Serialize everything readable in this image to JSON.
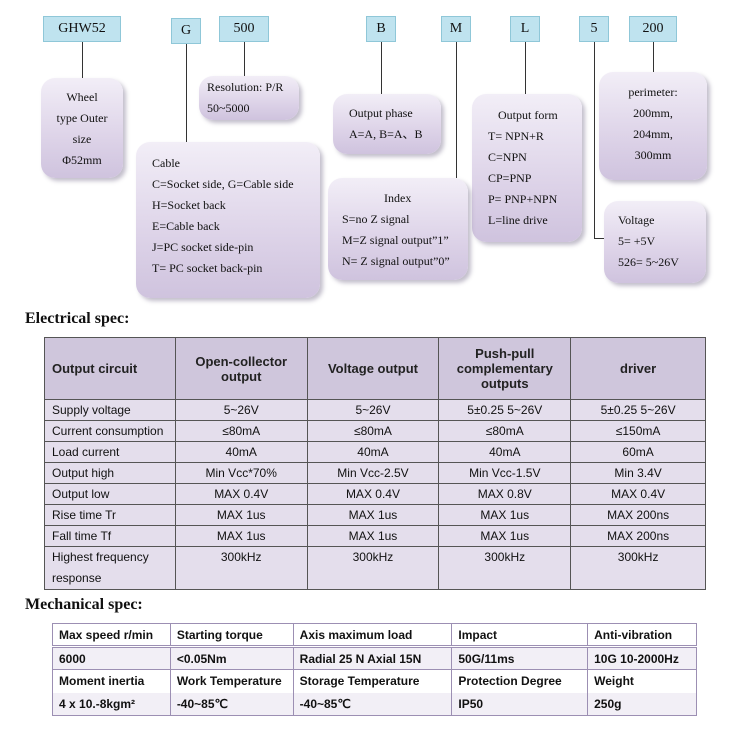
{
  "codes": {
    "model": "GHW52",
    "cable": "G",
    "resolution": "500",
    "phase": "B",
    "index": "M",
    "output_form": "L",
    "voltage": "5",
    "perimeter": "200"
  },
  "bubbles": {
    "wheel": [
      "Wheel",
      "type Outer",
      "size",
      "Φ52mm"
    ],
    "resolution": [
      "Resolution: P/R",
      "50~5000"
    ],
    "phase": [
      "Output phase",
      "A=A, B=A、B"
    ],
    "output_form": [
      "Output form",
      "T= NPN+R",
      "C=NPN",
      "CP=PNP",
      "P= PNP+NPN",
      "L=line drive"
    ],
    "perimeter": [
      "perimeter:",
      "200mm,",
      "204mm,",
      "300mm"
    ],
    "cable": [
      "Cable",
      "C=Socket side, G=Cable side",
      "H=Socket back",
      "E=Cable back",
      "J=PC socket side-pin",
      "T= PC socket back-pin"
    ],
    "index": [
      "Index",
      "S=no Z signal",
      "M=Z signal output”1”",
      "N= Z signal output”0”"
    ],
    "voltage": [
      "Voltage",
      "5= +5V",
      "526= 5~26V"
    ]
  },
  "electrical": {
    "title": "Electrical spec:",
    "headers": [
      "Output circuit",
      "Open-collector output",
      "Voltage output",
      "Push-pull complementary outputs",
      "driver"
    ],
    "rows": [
      [
        "Supply voltage",
        "5~26V",
        "5~26V",
        "5±0.25   5~26V",
        "5±0.25   5~26V"
      ],
      [
        "Current consumption",
        "≤80mA",
        "≤80mA",
        "≤80mA",
        "≤150mA"
      ],
      [
        "Load current",
        "40mA",
        "40mA",
        "40mA",
        "60mA"
      ],
      [
        "Output high",
        "Min Vcc*70%",
        "Min Vcc-2.5V",
        "Min Vcc-1.5V",
        "Min 3.4V"
      ],
      [
        "Output low",
        "MAX 0.4V",
        "MAX 0.4V",
        "MAX 0.8V",
        "MAX 0.4V"
      ],
      [
        "Rise time Tr",
        "MAX 1us",
        "MAX 1us",
        "MAX 1us",
        "MAX 200ns"
      ],
      [
        "Fall time Tf",
        "MAX 1us",
        "MAX 1us",
        "MAX 1us",
        "MAX 200ns"
      ],
      [
        "Highest frequency response",
        "300kHz",
        "300kHz",
        "300kHz",
        "300kHz"
      ]
    ]
  },
  "mechanical": {
    "title": "Mechanical spec:",
    "rows": [
      [
        "Max speed r/min",
        "Starting torque",
        "Axis maximum load",
        "Impact",
        "Anti-vibration"
      ],
      [
        "6000",
        "<0.05Nm",
        "Radial 25 N Axial 15N",
        "50G/11ms",
        "10G   10-2000Hz"
      ],
      [
        "Moment inertia",
        "Work Temperature",
        "Storage Temperature",
        "Protection Degree",
        "Weight"
      ],
      [
        "4 x 10.-8kgm²",
        "-40~85℃",
        "-40~85℃",
        "IP50",
        "250g"
      ]
    ]
  }
}
